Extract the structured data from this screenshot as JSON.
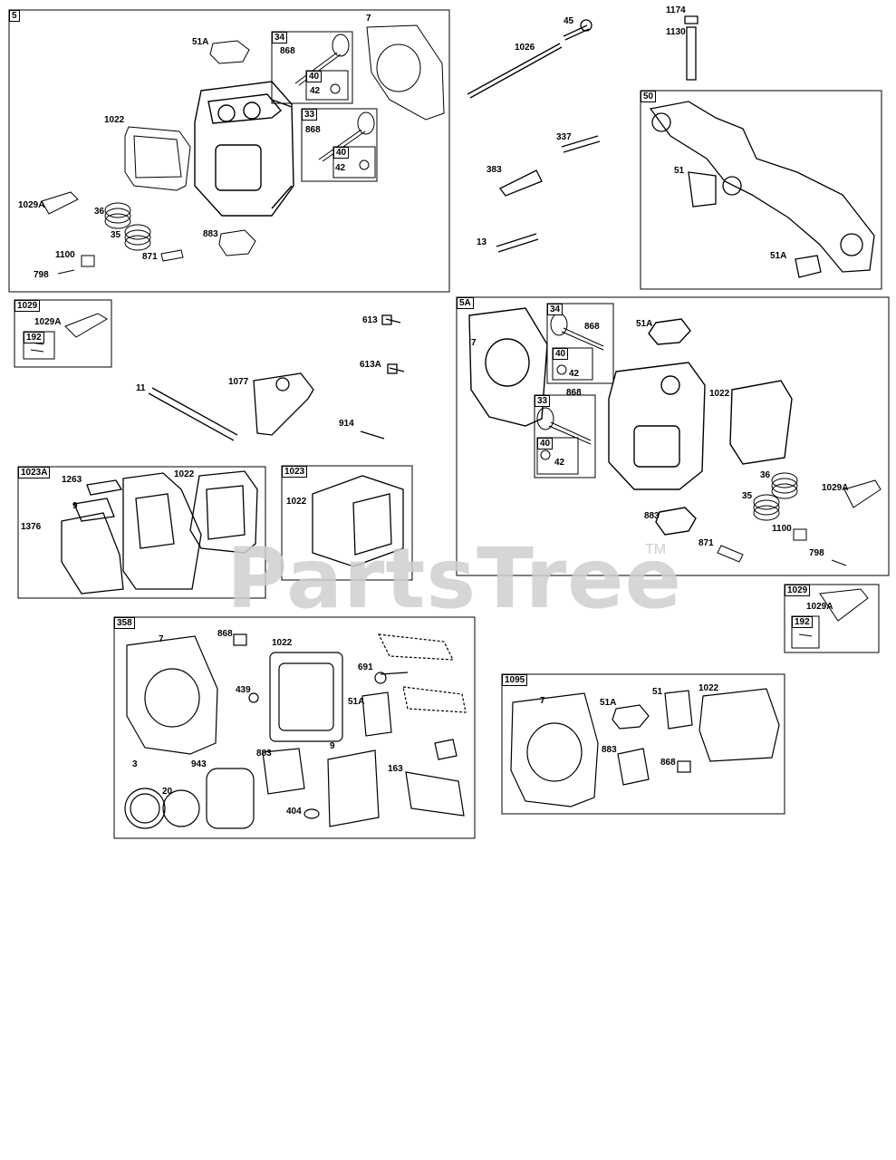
{
  "watermark": {
    "text": "PartsTree",
    "tm": "TM"
  },
  "groups": {
    "g5": "5",
    "g34a": "34",
    "g40a": "40",
    "g33a": "33",
    "g40b": "40",
    "g50": "50",
    "g1029a": "1029",
    "g192a": "192",
    "g5A": "5A",
    "g34b": "34",
    "g40c": "40",
    "g33b": "33",
    "g40d": "40",
    "g1023A": "1023A",
    "g1023": "1023",
    "g1029b": "1029",
    "g192b": "192",
    "g358": "358",
    "g1095": "1095"
  },
  "labels": {
    "l1": "51A",
    "l2": "7",
    "l3": "868",
    "l4": "42",
    "l5": "868",
    "l6": "42",
    "l7": "1022",
    "l8": "1029A",
    "l9": "36",
    "l10": "35",
    "l11": "883",
    "l12": "1100",
    "l13": "871",
    "l14": "798",
    "l15": "45",
    "l16": "1026",
    "l17": "337",
    "l18": "383",
    "l19": "13",
    "l20": "1174",
    "l21": "1130",
    "l22": "51",
    "l23": "51A",
    "l24": "1029A",
    "l25": "613",
    "l26": "613A",
    "l27": "11",
    "l28": "1077",
    "l29": "914",
    "l30": "7",
    "l31": "868",
    "l32": "51A",
    "l33": "42",
    "l34": "868",
    "l35": "42",
    "l36": "1022",
    "l37": "36",
    "l38": "1029A",
    "l39": "35",
    "l40": "883",
    "l41": "1100",
    "l42": "871",
    "l43": "798",
    "l44": "1263",
    "l45": "1022",
    "l46": "9",
    "l47": "1376",
    "l48": "1022",
    "l49": "1029A",
    "l50": "7",
    "l51": "868",
    "l52": "1022",
    "l53": "691",
    "l54": "439",
    "l55": "51A",
    "l56": "3",
    "l57": "943",
    "l58": "883",
    "l59": "9",
    "l60": "163",
    "l61": "20",
    "l62": "404",
    "l63": "7",
    "l64": "51A",
    "l65": "51",
    "l66": "1022",
    "l67": "883",
    "l68": "868"
  }
}
